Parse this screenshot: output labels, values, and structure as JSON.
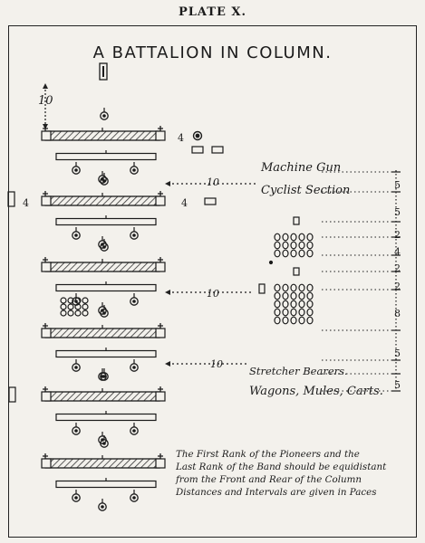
{
  "plate_label": "PLATE X.",
  "title": "A BATTALION IN COLUMN.",
  "distances": {
    "top": "10",
    "left_interval": "4",
    "right_interval_1": "4",
    "right_interval_2": "4",
    "mg_gap": "10",
    "band_gap": "10",
    "stretcher_gap": "10"
  },
  "labels": {
    "machine_gun": "Machine Gun",
    "cyclist_section": "Cyclist Section",
    "stretcher_bearers": "Stretcher Bearers.",
    "wagons": "Wagons, Mules, Carts."
  },
  "scale_numbers": [
    "5",
    "5",
    "2",
    "4",
    "2",
    "2",
    "8",
    "5",
    "5"
  ],
  "note_lines": [
    "The First Rank of the Pioneers and the",
    "Last Rank of the Band should be equidistant",
    "from the Front and Rear of the Column",
    "Distances and Intervals are given in Paces"
  ]
}
